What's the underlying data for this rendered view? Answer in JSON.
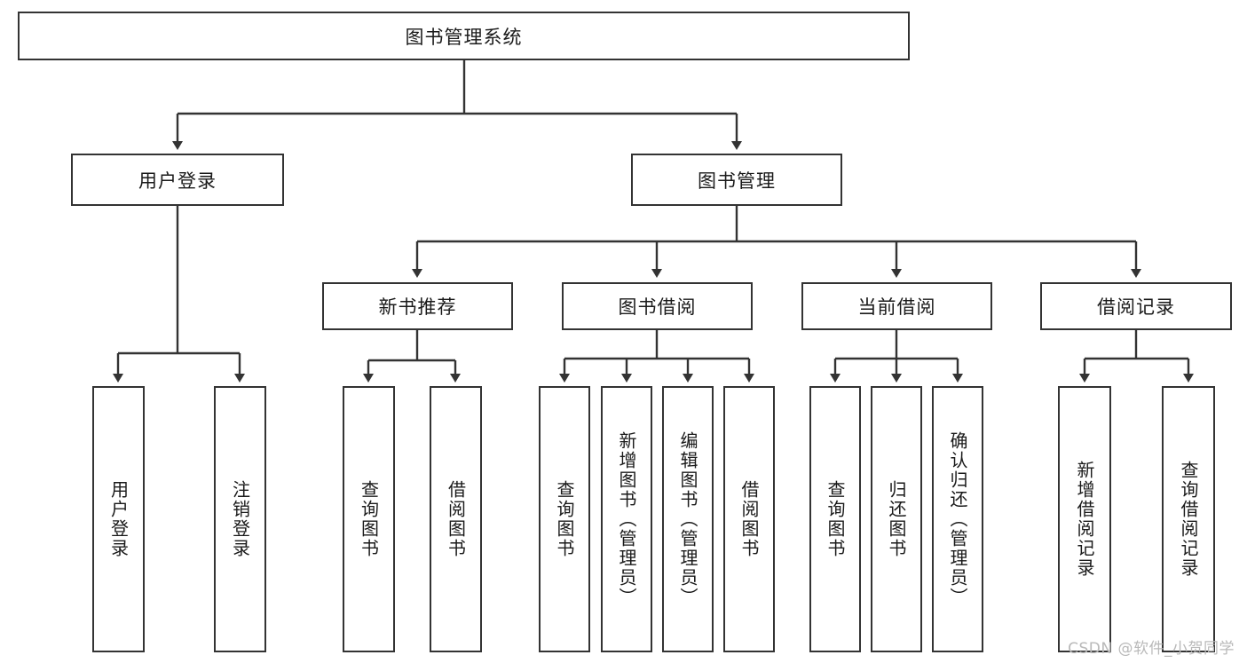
{
  "diagram": {
    "type": "tree",
    "title": "图书管理系统",
    "colors": {
      "background": "#ffffff",
      "box_border": "#333333",
      "box_fill": "#ffffff",
      "line": "#333333",
      "text": "#1a1a1a",
      "watermark": "#b9b9b9"
    },
    "root": {
      "label": "图书管理系统"
    },
    "level2": [
      {
        "label": "用户登录"
      },
      {
        "label": "图书管理"
      }
    ],
    "level3": [
      {
        "label": "新书推荐"
      },
      {
        "label": "图书借阅"
      },
      {
        "label": "当前借阅"
      },
      {
        "label": "借阅记录"
      }
    ],
    "leaves": {
      "user_login": [
        {
          "label": "用户登录"
        },
        {
          "label": "注销登录"
        }
      ],
      "new_book_recommend": [
        {
          "label": "查询图书"
        },
        {
          "label": "借阅图书"
        }
      ],
      "book_borrow": [
        {
          "label": "查询图书"
        },
        {
          "label": "新增图书（管理员）"
        },
        {
          "label": "编辑图书（管理员）"
        },
        {
          "label": "借阅图书"
        }
      ],
      "current_borrow": [
        {
          "label": "查询图书"
        },
        {
          "label": "归还图书"
        },
        {
          "label": "确认归还（管理员）"
        }
      ],
      "borrow_record": [
        {
          "label": "新增借阅记录"
        },
        {
          "label": "查询借阅记录"
        }
      ]
    }
  },
  "watermark": {
    "text": "CSDN @软件_小贺同学"
  }
}
